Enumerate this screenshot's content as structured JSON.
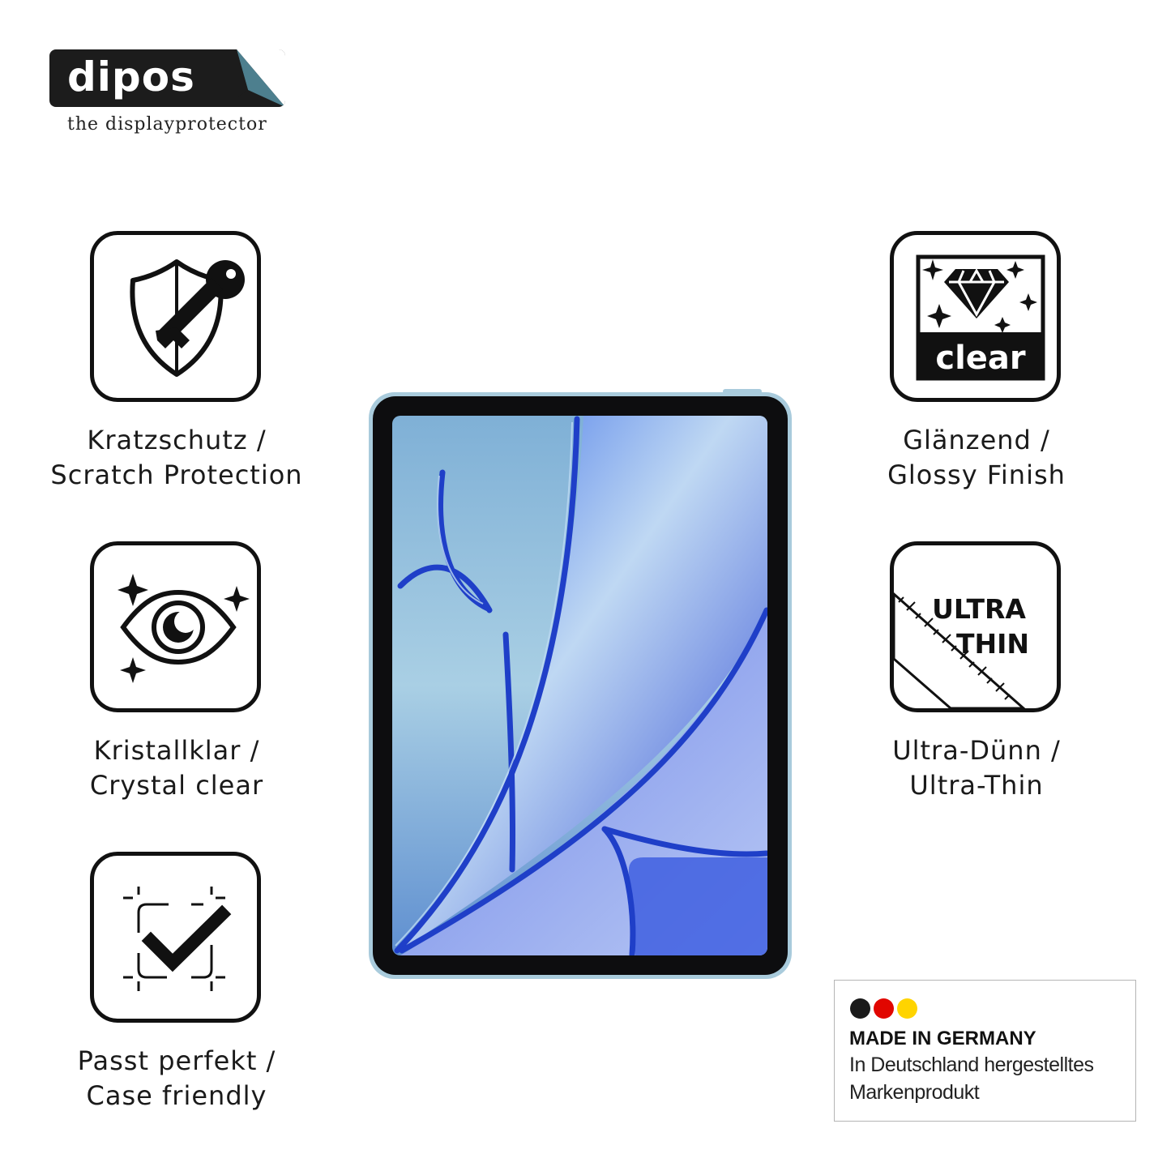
{
  "brand": {
    "name": "dipos",
    "tagline": "the displayprotector"
  },
  "features": {
    "scratch": {
      "line1": "Kratzschutz /",
      "line2": "Scratch Protection",
      "icon": "shield-key-icon"
    },
    "crystal": {
      "line1": "Kristallklar /",
      "line2": "Crystal clear",
      "icon": "eye-sparkle-icon"
    },
    "fit": {
      "line1": "Passt perfekt /",
      "line2": "Case friendly",
      "icon": "checkmark-frame-icon"
    },
    "glossy": {
      "line1": "Glänzend /",
      "line2": "Glossy Finish",
      "icon": "diamond-clear-icon",
      "badge": "clear"
    },
    "thin": {
      "line1": "Ultra-Dünn /",
      "line2": "Ultra-Thin",
      "icon": "ruler-ultra-thin-icon",
      "badge_line1": "ULTRA",
      "badge_line2": "THIN"
    }
  },
  "made_in": {
    "title": "MADE IN GERMANY",
    "line1": "In Deutschland hergestelltes",
    "line2": "Markenprodukt",
    "flag_colors": [
      "#1a1a1a",
      "#e10600",
      "#ffd400"
    ]
  },
  "colors": {
    "accent_dark": "#1c1c1c",
    "tablet_frame": "#a9cbdc",
    "screen_blue": "#2c4fd6"
  }
}
